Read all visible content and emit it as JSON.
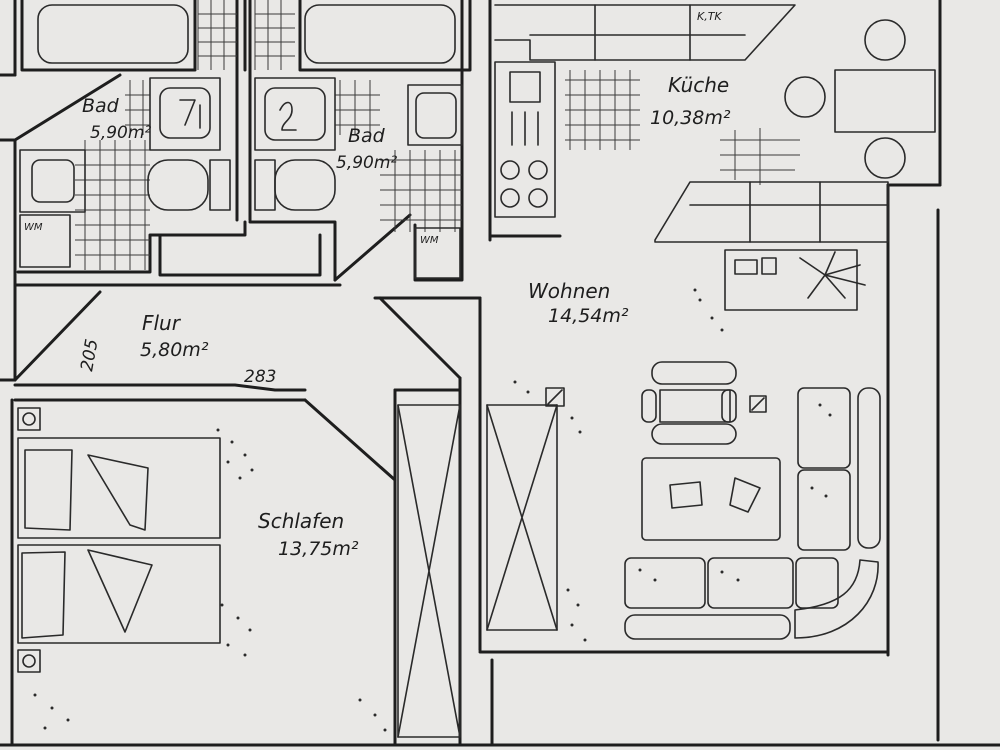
{
  "rooms": {
    "bad_left": {
      "name": "Bad",
      "area": "5,90m²"
    },
    "bad_right": {
      "name": "Bad",
      "area": "5,90m²"
    },
    "kueche": {
      "name": "Küche",
      "area": "10,38m²"
    },
    "wohnen": {
      "name": "Wohnen",
      "area": "14,54m²"
    },
    "flur": {
      "name": "Flur",
      "area": "5,80m²"
    },
    "schlafen": {
      "name": "Schlafen",
      "area": "13,75m²"
    }
  },
  "labels": {
    "wm_left": "WM",
    "wm_right": "WM",
    "kitchen_unit": "K,TK",
    "dim_flur_width": "205",
    "dim_flur_length": "283"
  },
  "colors": {
    "paper": "#e9e8e6",
    "ink": "#1e1e1e"
  }
}
